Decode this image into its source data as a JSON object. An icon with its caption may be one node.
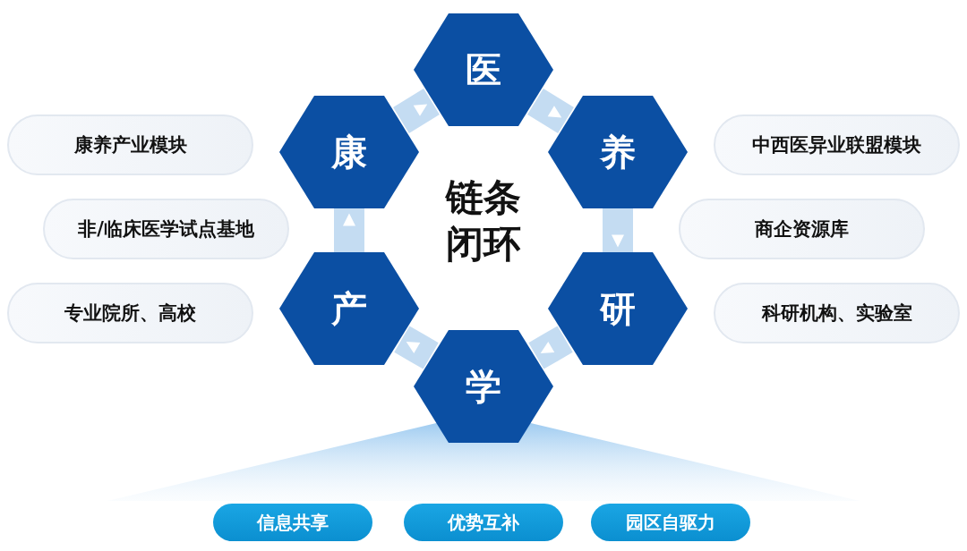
{
  "diagram": {
    "nodes": [
      {
        "text": [
          "医"
        ]
      },
      {
        "text": [
          "养"
        ]
      },
      {
        "text": [
          "研"
        ]
      },
      {
        "text": [
          "学"
        ]
      },
      {
        "text": [
          "产"
        ]
      },
      {
        "text": [
          "康"
        ]
      },
      {
        "text": [
          "康养产业模块"
        ]
      },
      {
        "text": [
          "非/临床医学试点基地"
        ]
      },
      {
        "text": [
          "专业院所、高校"
        ]
      },
      {
        "text": [
          "中西医异业联盟模块"
        ]
      },
      {
        "text": [
          "商企资源库"
        ]
      },
      {
        "text": [
          "科研机构、实验室"
        ]
      },
      {
        "text": [
          "信息共享"
        ]
      },
      {
        "text": [
          "优势互补"
        ]
      },
      {
        "text": [
          "园区自驱力"
        ]
      }
    ],
    "edges": [
      {
        "from": 5,
        "to": 0,
        "arrow": "to"
      },
      {
        "from": 0,
        "to": 1,
        "arrow": "to"
      },
      {
        "from": 1,
        "to": 2,
        "arrow": "to"
      },
      {
        "from": 2,
        "to": 3,
        "arrow": "to"
      },
      {
        "from": 3,
        "to": 4,
        "arrow": "to"
      },
      {
        "from": 4,
        "to": 5,
        "arrow": "to"
      }
    ],
    "labels": [
      "链条闭环"
    ]
  }
}
